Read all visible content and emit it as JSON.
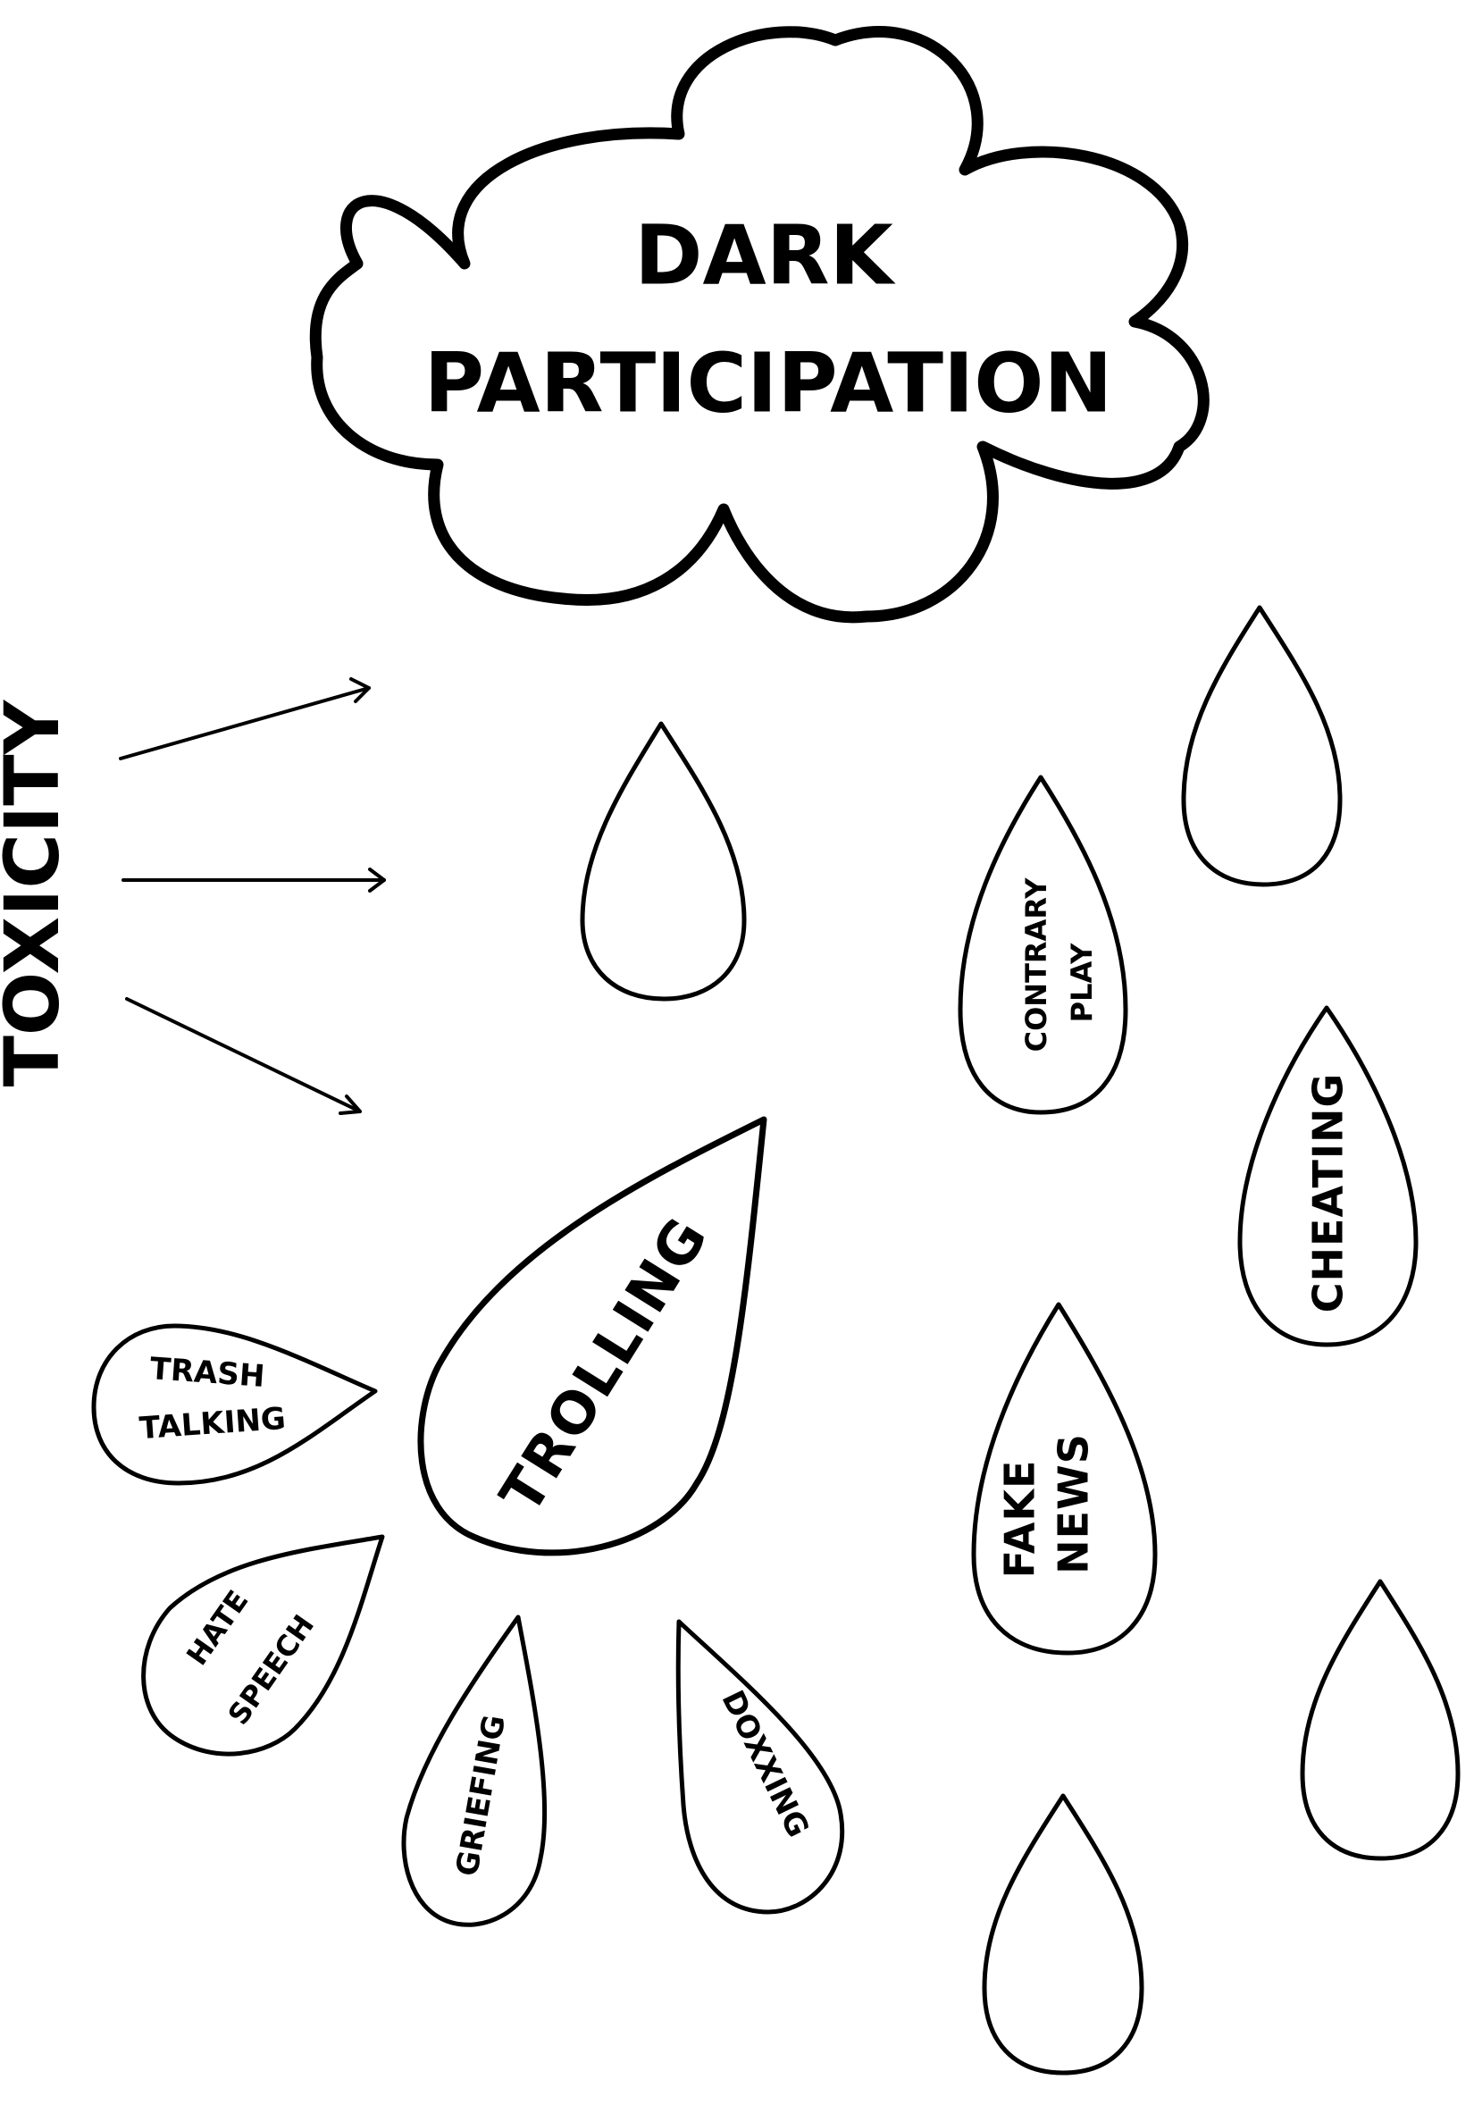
{
  "cloud": {
    "line1": "DARK",
    "line2": "PARTICIPATION"
  },
  "side_label": "TOXICITY",
  "drops": {
    "trolling": "TROLLING",
    "trash_talking": {
      "line1": "TRASH",
      "line2": "TALKING"
    },
    "hate_speech": {
      "line1": "HATE",
      "line2": "SPEECH"
    },
    "griefing": "GRIEFING",
    "doxxing": "DOXXING",
    "contrary_play": {
      "line1": "CONTRARY",
      "line2": "PLAY"
    },
    "cheating": "CHEATING",
    "fake_news": {
      "line1": "FAKE",
      "line2": "NEWS"
    }
  },
  "colors": {
    "ink": "#000000",
    "paper": "#ffffff"
  }
}
